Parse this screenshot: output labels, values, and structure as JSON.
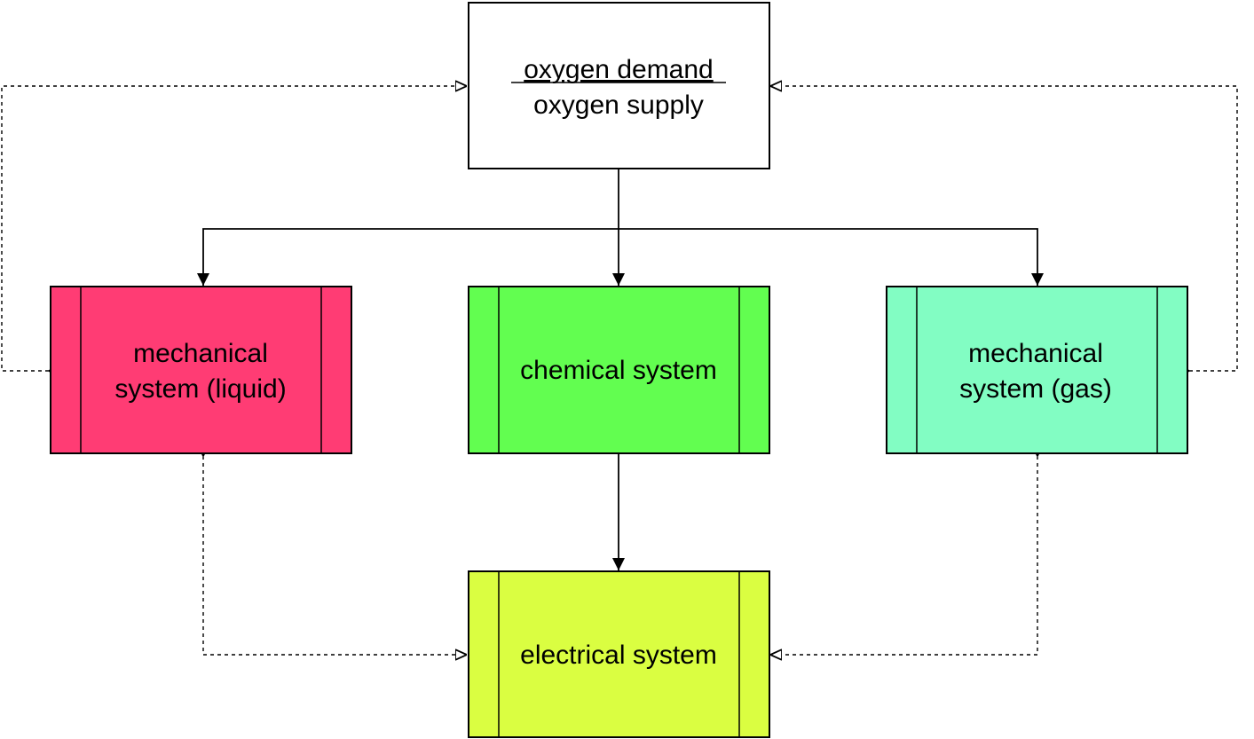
{
  "nodes": {
    "oxygen": {
      "line1": "oxygen demand",
      "line2": "oxygen supply",
      "fill": "#ffffff"
    },
    "mech_liquid": {
      "line1": "mechanical",
      "line2": "system (liquid)",
      "fill": "#ff3c74"
    },
    "chemical": {
      "label": "chemical system",
      "fill": "#62fe50"
    },
    "mech_gas": {
      "line1": "mechanical",
      "line2": "system (gas)",
      "fill": "#82fdc3"
    },
    "electrical": {
      "label": "electrical system",
      "fill": "#dafe41"
    }
  },
  "edges": [
    {
      "from": "oxygen",
      "to": "mech_liquid",
      "style": "solid",
      "arrow": "filled"
    },
    {
      "from": "oxygen",
      "to": "chemical",
      "style": "solid",
      "arrow": "filled"
    },
    {
      "from": "oxygen",
      "to": "mech_gas",
      "style": "solid",
      "arrow": "filled"
    },
    {
      "from": "chemical",
      "to": "electrical",
      "style": "solid",
      "arrow": "filled"
    },
    {
      "from": "mech_liquid",
      "to": "oxygen",
      "style": "dashed",
      "arrow": "open-both"
    },
    {
      "from": "mech_gas",
      "to": "oxygen",
      "style": "dashed",
      "arrow": "open-both"
    },
    {
      "from": "mech_liquid",
      "to": "electrical",
      "style": "dashed",
      "arrow": "open-both"
    },
    {
      "from": "mech_gas",
      "to": "electrical",
      "style": "dashed",
      "arrow": "open-both"
    }
  ]
}
